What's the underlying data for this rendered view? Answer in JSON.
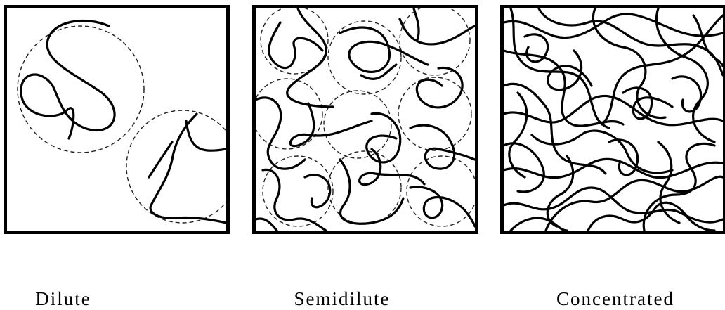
{
  "panels": [
    {
      "id": "dilute",
      "label": "Dilute"
    },
    {
      "id": "semidilute",
      "label": "Semidilute"
    },
    {
      "id": "concentrated",
      "label": "Concentrated"
    }
  ],
  "colors": {
    "chain": "#000000",
    "border": "#000000",
    "blob": "#222222",
    "background": "#ffffff"
  }
}
